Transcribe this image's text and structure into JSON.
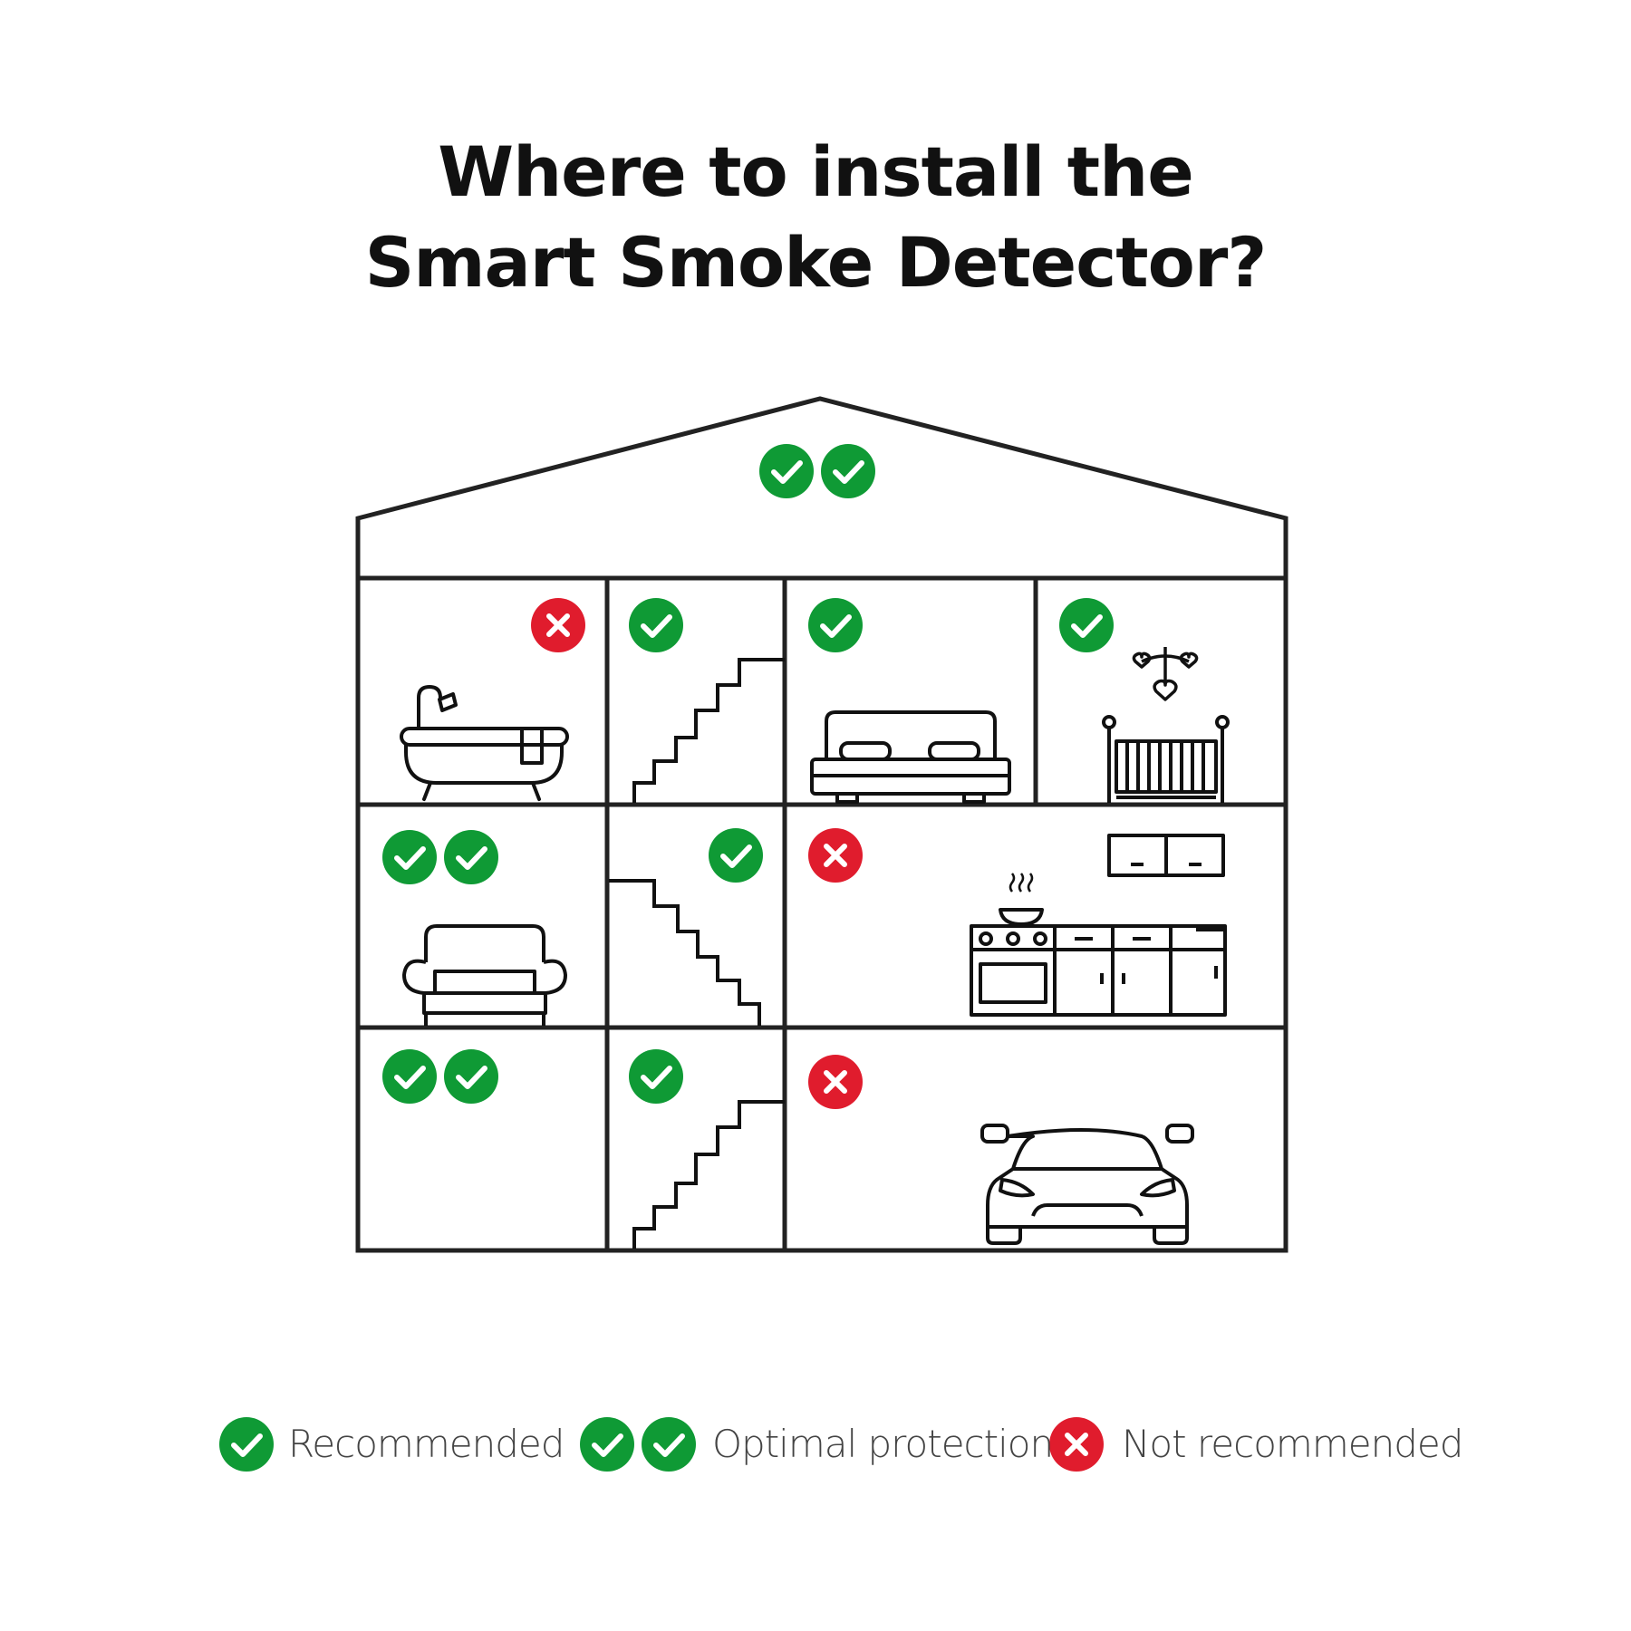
{
  "title": {
    "line1": "Where to install the",
    "line2": "Smart Smoke Detector?"
  },
  "colors": {
    "check": "#0f9a35",
    "cross": "#e01c2d",
    "line": "#222222",
    "text": "#111111",
    "legend_text": "#444444"
  },
  "rooms": [
    {
      "name": "attic",
      "rating": "optimal"
    },
    {
      "name": "bathroom",
      "rating": "not-recommended"
    },
    {
      "name": "upper-stairs",
      "rating": "recommended"
    },
    {
      "name": "bedroom",
      "rating": "recommended"
    },
    {
      "name": "nursery",
      "rating": "recommended"
    },
    {
      "name": "living-room",
      "rating": "optimal"
    },
    {
      "name": "middle-stairs",
      "rating": "recommended"
    },
    {
      "name": "kitchen",
      "rating": "not-recommended"
    },
    {
      "name": "basement",
      "rating": "optimal"
    },
    {
      "name": "lower-stairs",
      "rating": "recommended"
    },
    {
      "name": "garage",
      "rating": "not-recommended"
    }
  ],
  "legend": {
    "recommended": "Recommended",
    "optimal": "Optimal protection",
    "not_recommended": "Not recommended"
  }
}
